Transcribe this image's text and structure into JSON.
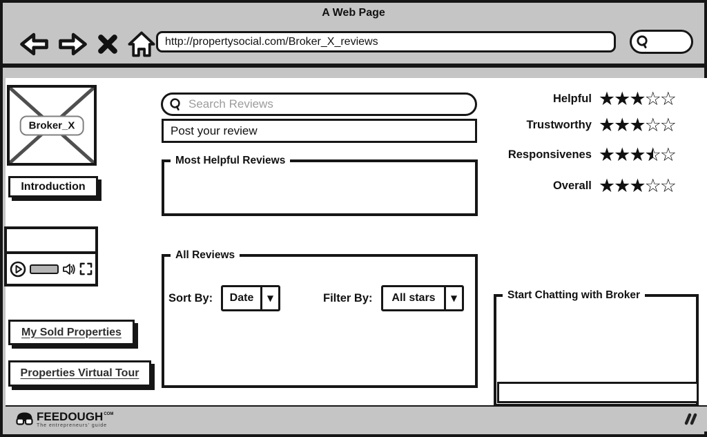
{
  "window": {
    "title": "A Web Page",
    "url": "http://propertysocial.com/Broker_X_reviews"
  },
  "icons": {
    "back": "arrow-left",
    "forward": "arrow-right",
    "close": "x-mark",
    "home": "house",
    "search": "magnifier",
    "dropdown_arrow": "▼",
    "star_full": "★",
    "star_empty": "☆",
    "play": "play-circle",
    "volume": "speaker",
    "fullscreen": "expand",
    "resize_grip": "diagonal-slashes"
  },
  "sidebar": {
    "broker_image_label": "Broker_X",
    "intro_button": "Introduction",
    "sold_properties_button": "My Sold Properties",
    "virtual_tour_button": "Properties Virtual Tour"
  },
  "reviews": {
    "search_placeholder": "Search Reviews",
    "post_review_label": "Post your review",
    "most_helpful_title": "Most Helpful Reviews",
    "all_reviews_title": "All Reviews",
    "sort_label": "Sort By:",
    "sort_value": "Date",
    "filter_label": "Filter By:",
    "filter_value": "All stars"
  },
  "ratings": {
    "max": 5,
    "items": [
      {
        "label": "Helpful",
        "value": 3
      },
      {
        "label": "Trustworthy",
        "value": 3
      },
      {
        "label": "Responsivenes",
        "value": 3.5
      },
      {
        "label": "Overall",
        "value": 3
      }
    ]
  },
  "chat": {
    "title": "Start Chatting with Broker"
  },
  "footer": {
    "brand": "FEEDOUGH",
    "brand_suffix": "COM",
    "tagline": "The entrepreneurs' guide"
  },
  "colors": {
    "chrome_gray": "#c5c5c5",
    "border_black": "#161616",
    "placeholder_gray": "#9c9c9c",
    "progress_gray": "#b5b5b5"
  }
}
